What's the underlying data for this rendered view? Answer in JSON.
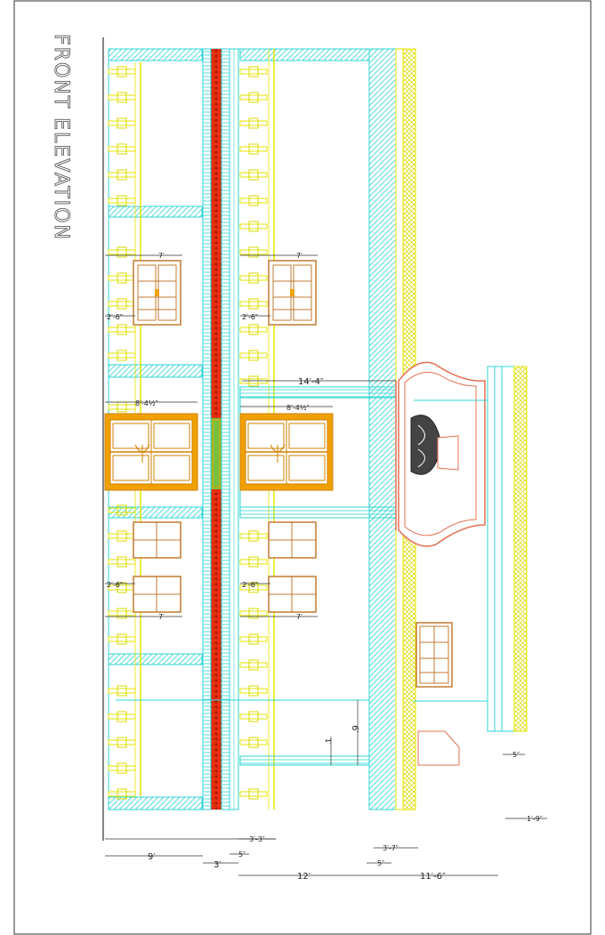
{
  "drawing": {
    "title": "FRONT ELEVATION",
    "dimensions": {
      "d_14_4": "14′-4″",
      "d_8_4_upper": "8′-4½″",
      "d_8_4_lower": "8′-4½″",
      "d_7_a": "7′",
      "d_7_b": "7′",
      "d_7_c": "7′",
      "d_7_d": "7′",
      "d_2_6_a": "2′-6″",
      "d_2_6_b": "2′-6″",
      "d_2_6_c": "2′-6″",
      "d_2_6_d": "2′-6″",
      "d_9": "9′",
      "d_3": "3′",
      "d_3_3": "3′-3″",
      "d_5_a": "5″",
      "d_5_b": "5″",
      "d_5_c": "5″",
      "d_12": "12′",
      "d_11_6": "11′-6″",
      "d_3_7": "3′-7″",
      "d_1_9": "1′-9″",
      "d_1": "1′",
      "d_6": "6′"
    },
    "colors": {
      "cyan": "#2fd4d4",
      "yellow": "#e6e600",
      "orange": "#f0a000",
      "red": "#e83010",
      "brown": "#c07a30",
      "salmon": "#e07050",
      "green": "#7ac040"
    }
  }
}
